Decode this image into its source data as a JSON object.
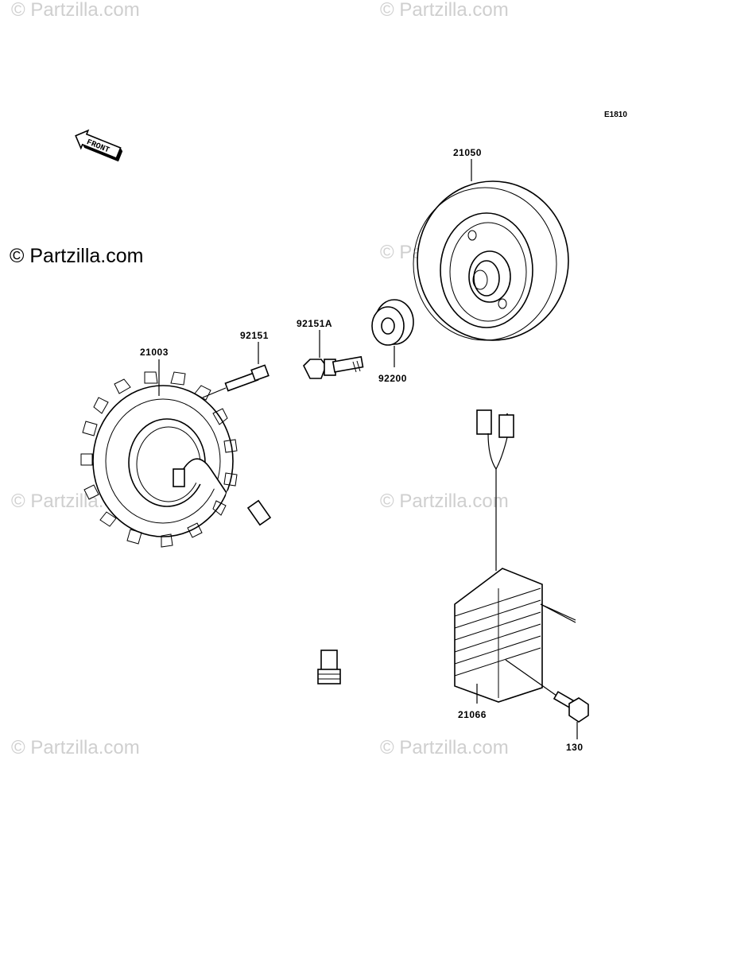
{
  "diagram_code": "E1810",
  "front_marker": "FRONT",
  "copyright": "© Partzilla.com",
  "watermark_text": "© Partzilla.com",
  "parts": {
    "flywheel": "21050",
    "stator": "21003",
    "stator_bolt": "92151",
    "flywheel_bolt": "92151A",
    "collar": "92200",
    "regulator": "21066",
    "regulator_bolt": "130"
  }
}
